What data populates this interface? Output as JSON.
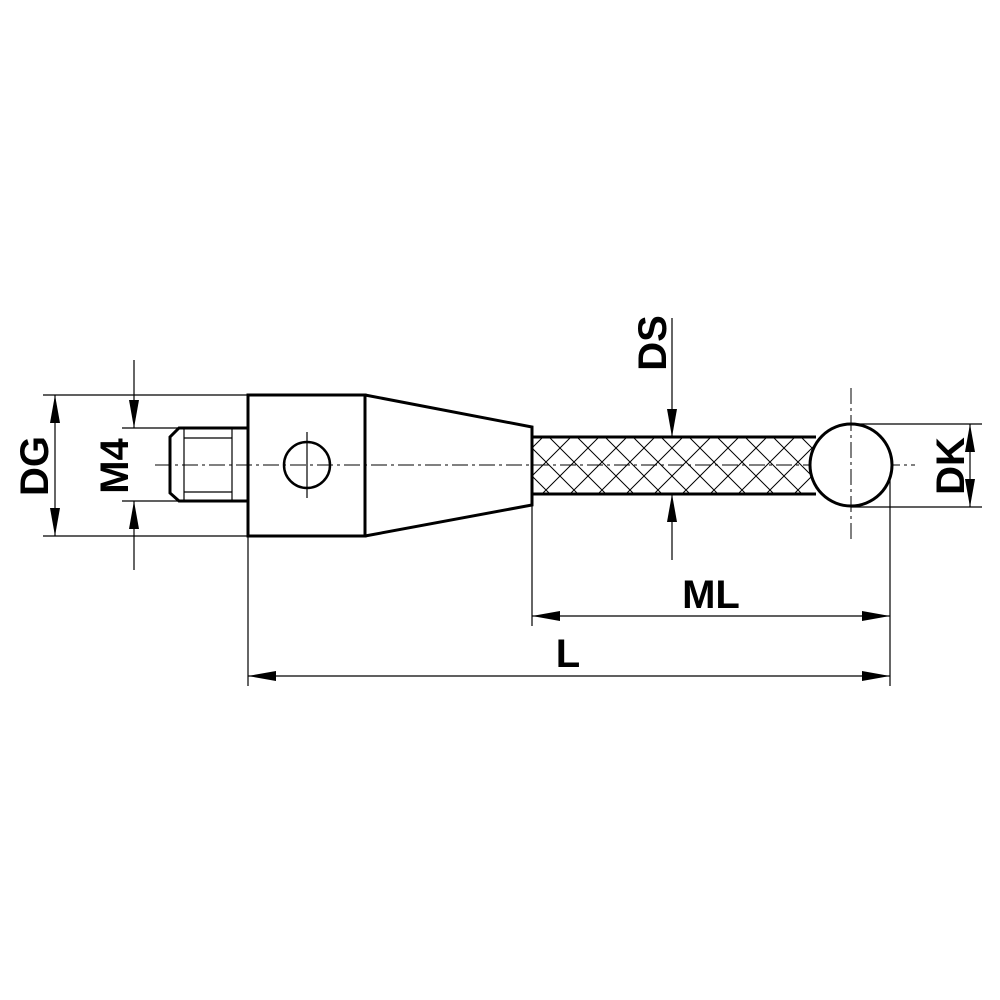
{
  "labels": {
    "dg": "DG",
    "m4": "M4",
    "ds": "DS",
    "dk": "DK",
    "ml": "ML",
    "l": "L"
  },
  "colors": {
    "line": "#000000",
    "background": "#ffffff"
  }
}
